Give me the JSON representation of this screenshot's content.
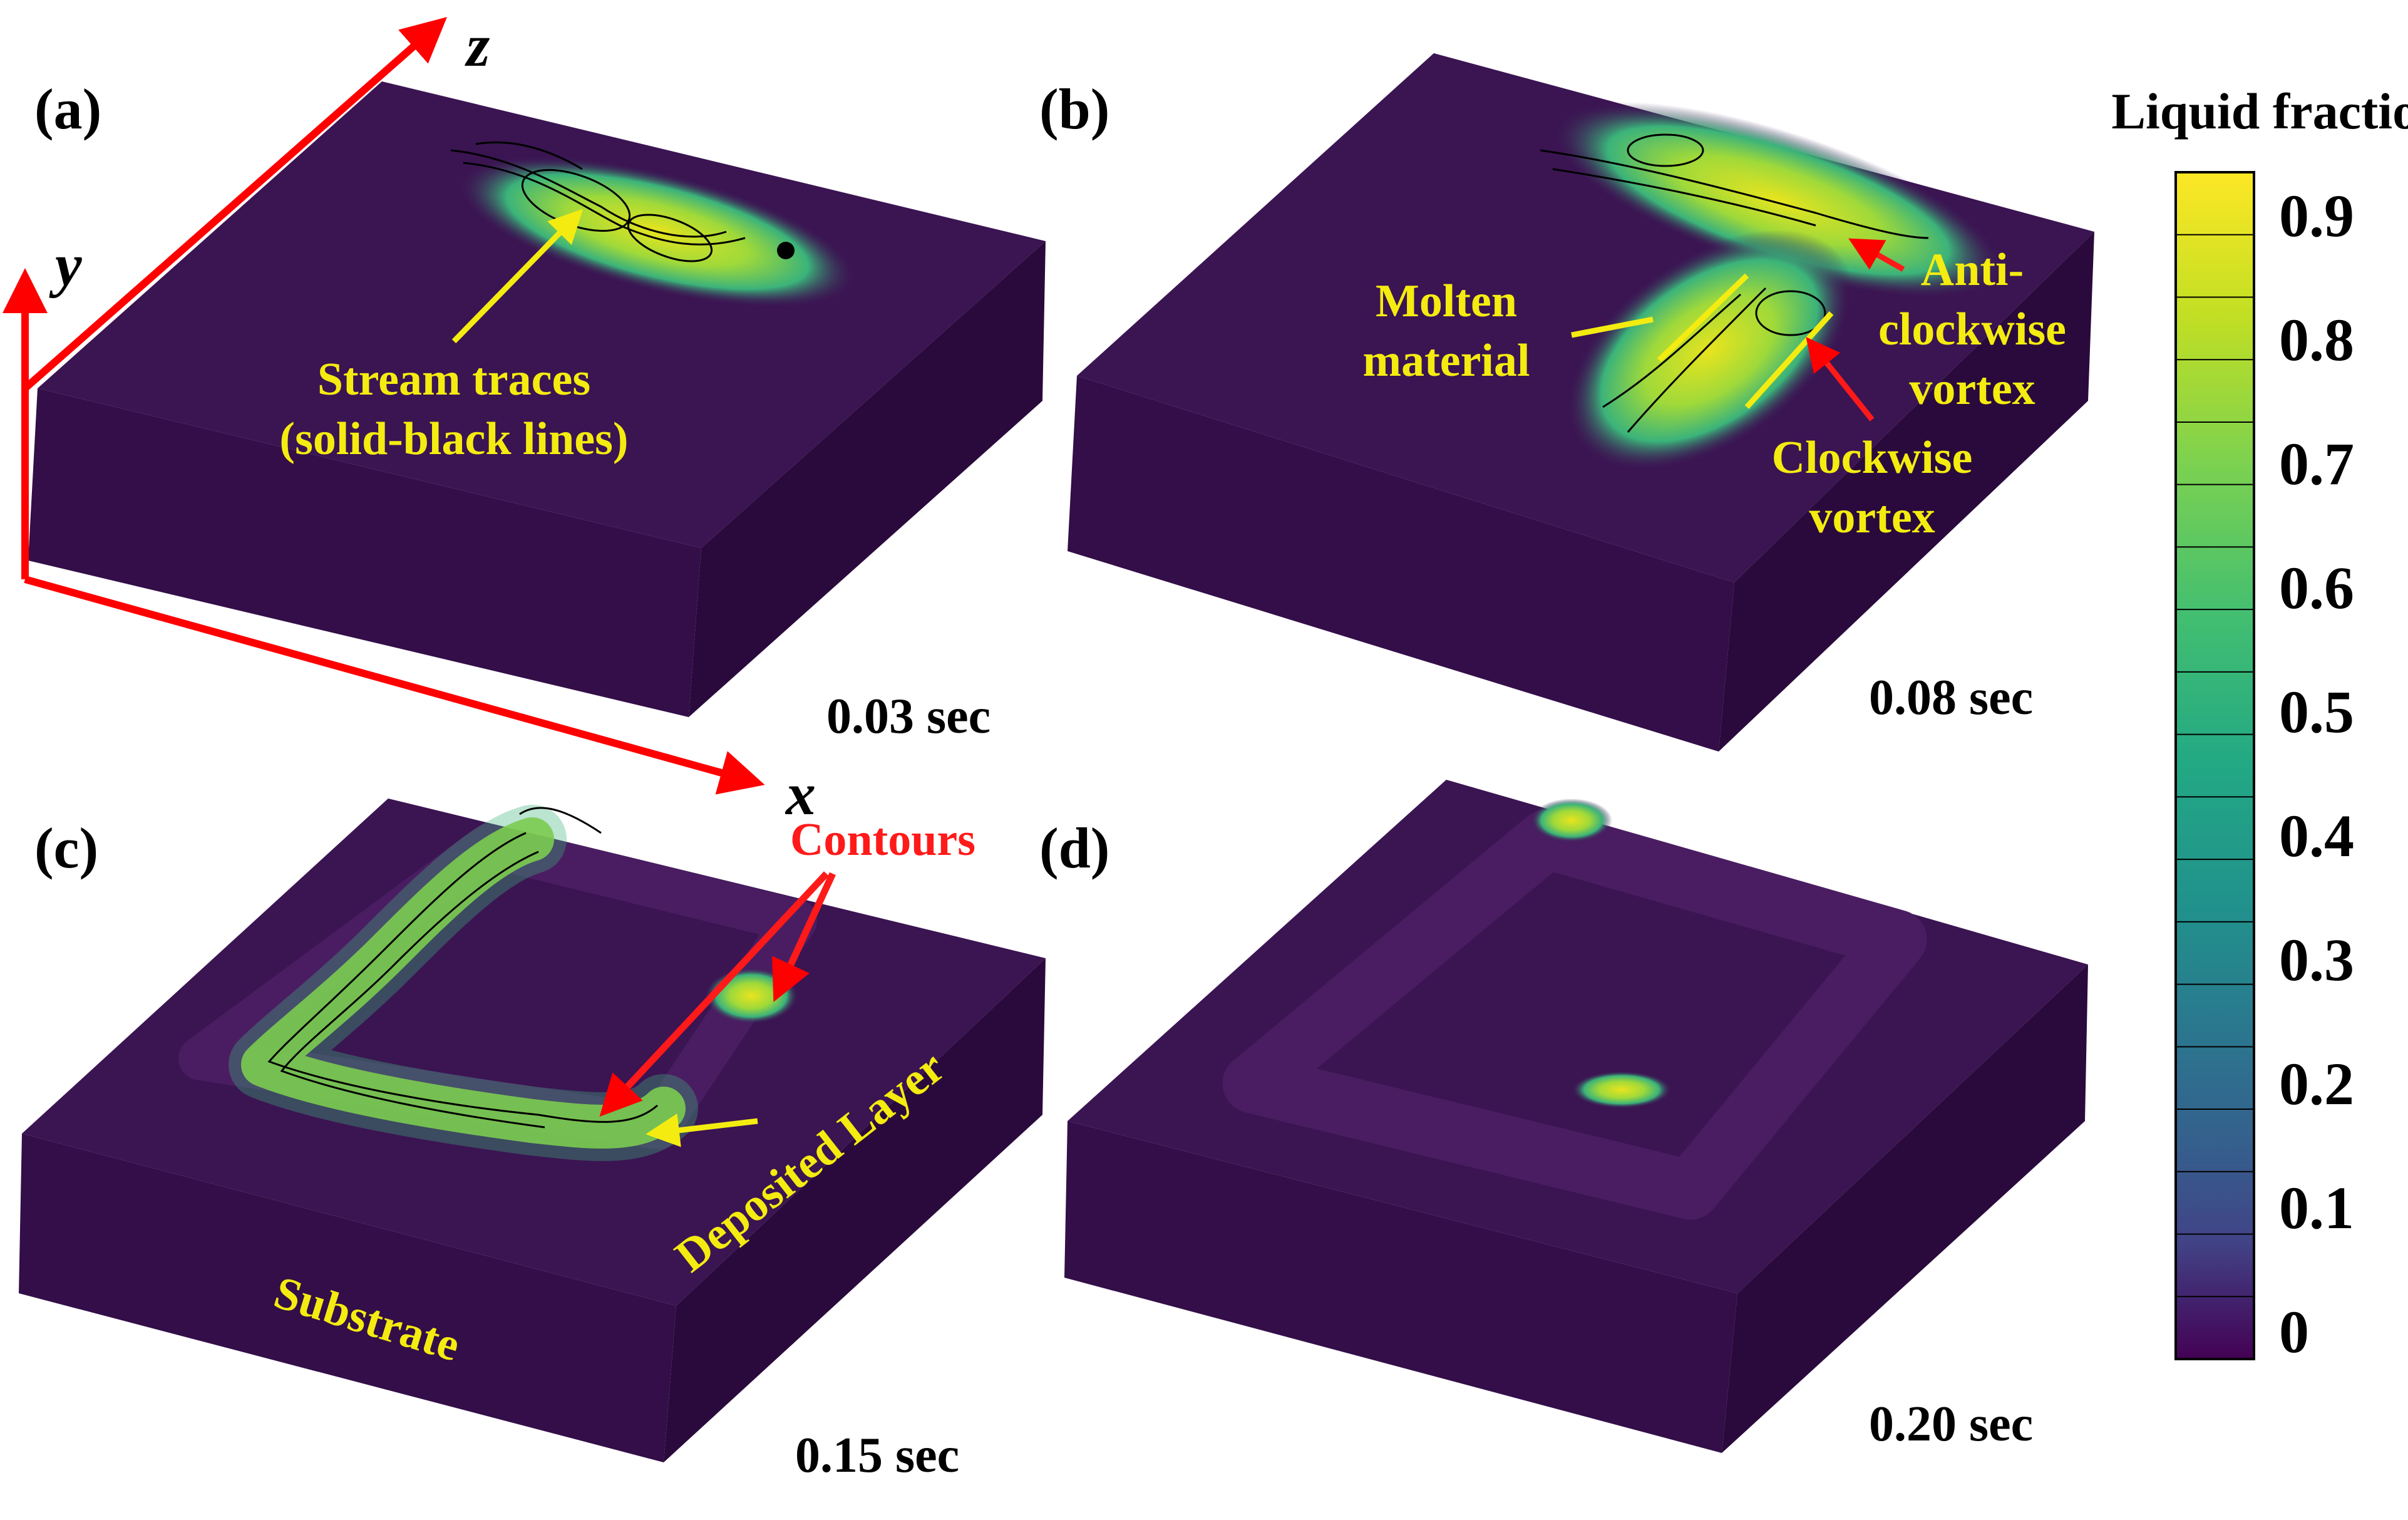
{
  "panels": [
    {
      "label": "(a)",
      "time": "0.03 sec"
    },
    {
      "label": "(b)",
      "time": "0.08 sec"
    },
    {
      "label": "(c)",
      "time": "0.15 sec"
    },
    {
      "label": "(d)",
      "time": "0.20 sec"
    }
  ],
  "axes": {
    "x": "x",
    "y": "y",
    "z": "z"
  },
  "annotations": {
    "stream_line1": "Stream traces",
    "stream_line2": "(solid-black lines)",
    "molten_line1": "Molten",
    "molten_line2": "material",
    "anti_line1": "Anti-",
    "anti_line2": "clockwise",
    "anti_line3": "vortex",
    "clock_line1": "Clockwise",
    "clock_line2": "vortex",
    "contours": "Contours",
    "deposited": "Deposited Layer",
    "substrate": "Substrate"
  },
  "colorbar": {
    "title": "Liquid fraction",
    "ticks": [
      "0.9",
      "0.8",
      "0.7",
      "0.6",
      "0.5",
      "0.4",
      "0.3",
      "0.2",
      "0.1",
      "0"
    ],
    "colors": [
      "#fde725",
      "#d8e219",
      "#b5de2b",
      "#8fd744",
      "#6ccd5a",
      "#4ec36b",
      "#35b779",
      "#25ab82",
      "#1f9e89",
      "#1f918d",
      "#21838e",
      "#26828e",
      "#2c728e",
      "#32658e",
      "#3b528b",
      "#414487",
      "#472d7b",
      "#481a6c",
      "#440154",
      "#3a0c4a"
    ]
  },
  "colors": {
    "substrate_top": "#3b1452",
    "substrate_side": "#2e0c42",
    "substrate_front": "#330e48",
    "annotation_yellow": "#f4ec10",
    "annotation_red": "#ff1a1a",
    "axis_red": "#ff0000"
  }
}
